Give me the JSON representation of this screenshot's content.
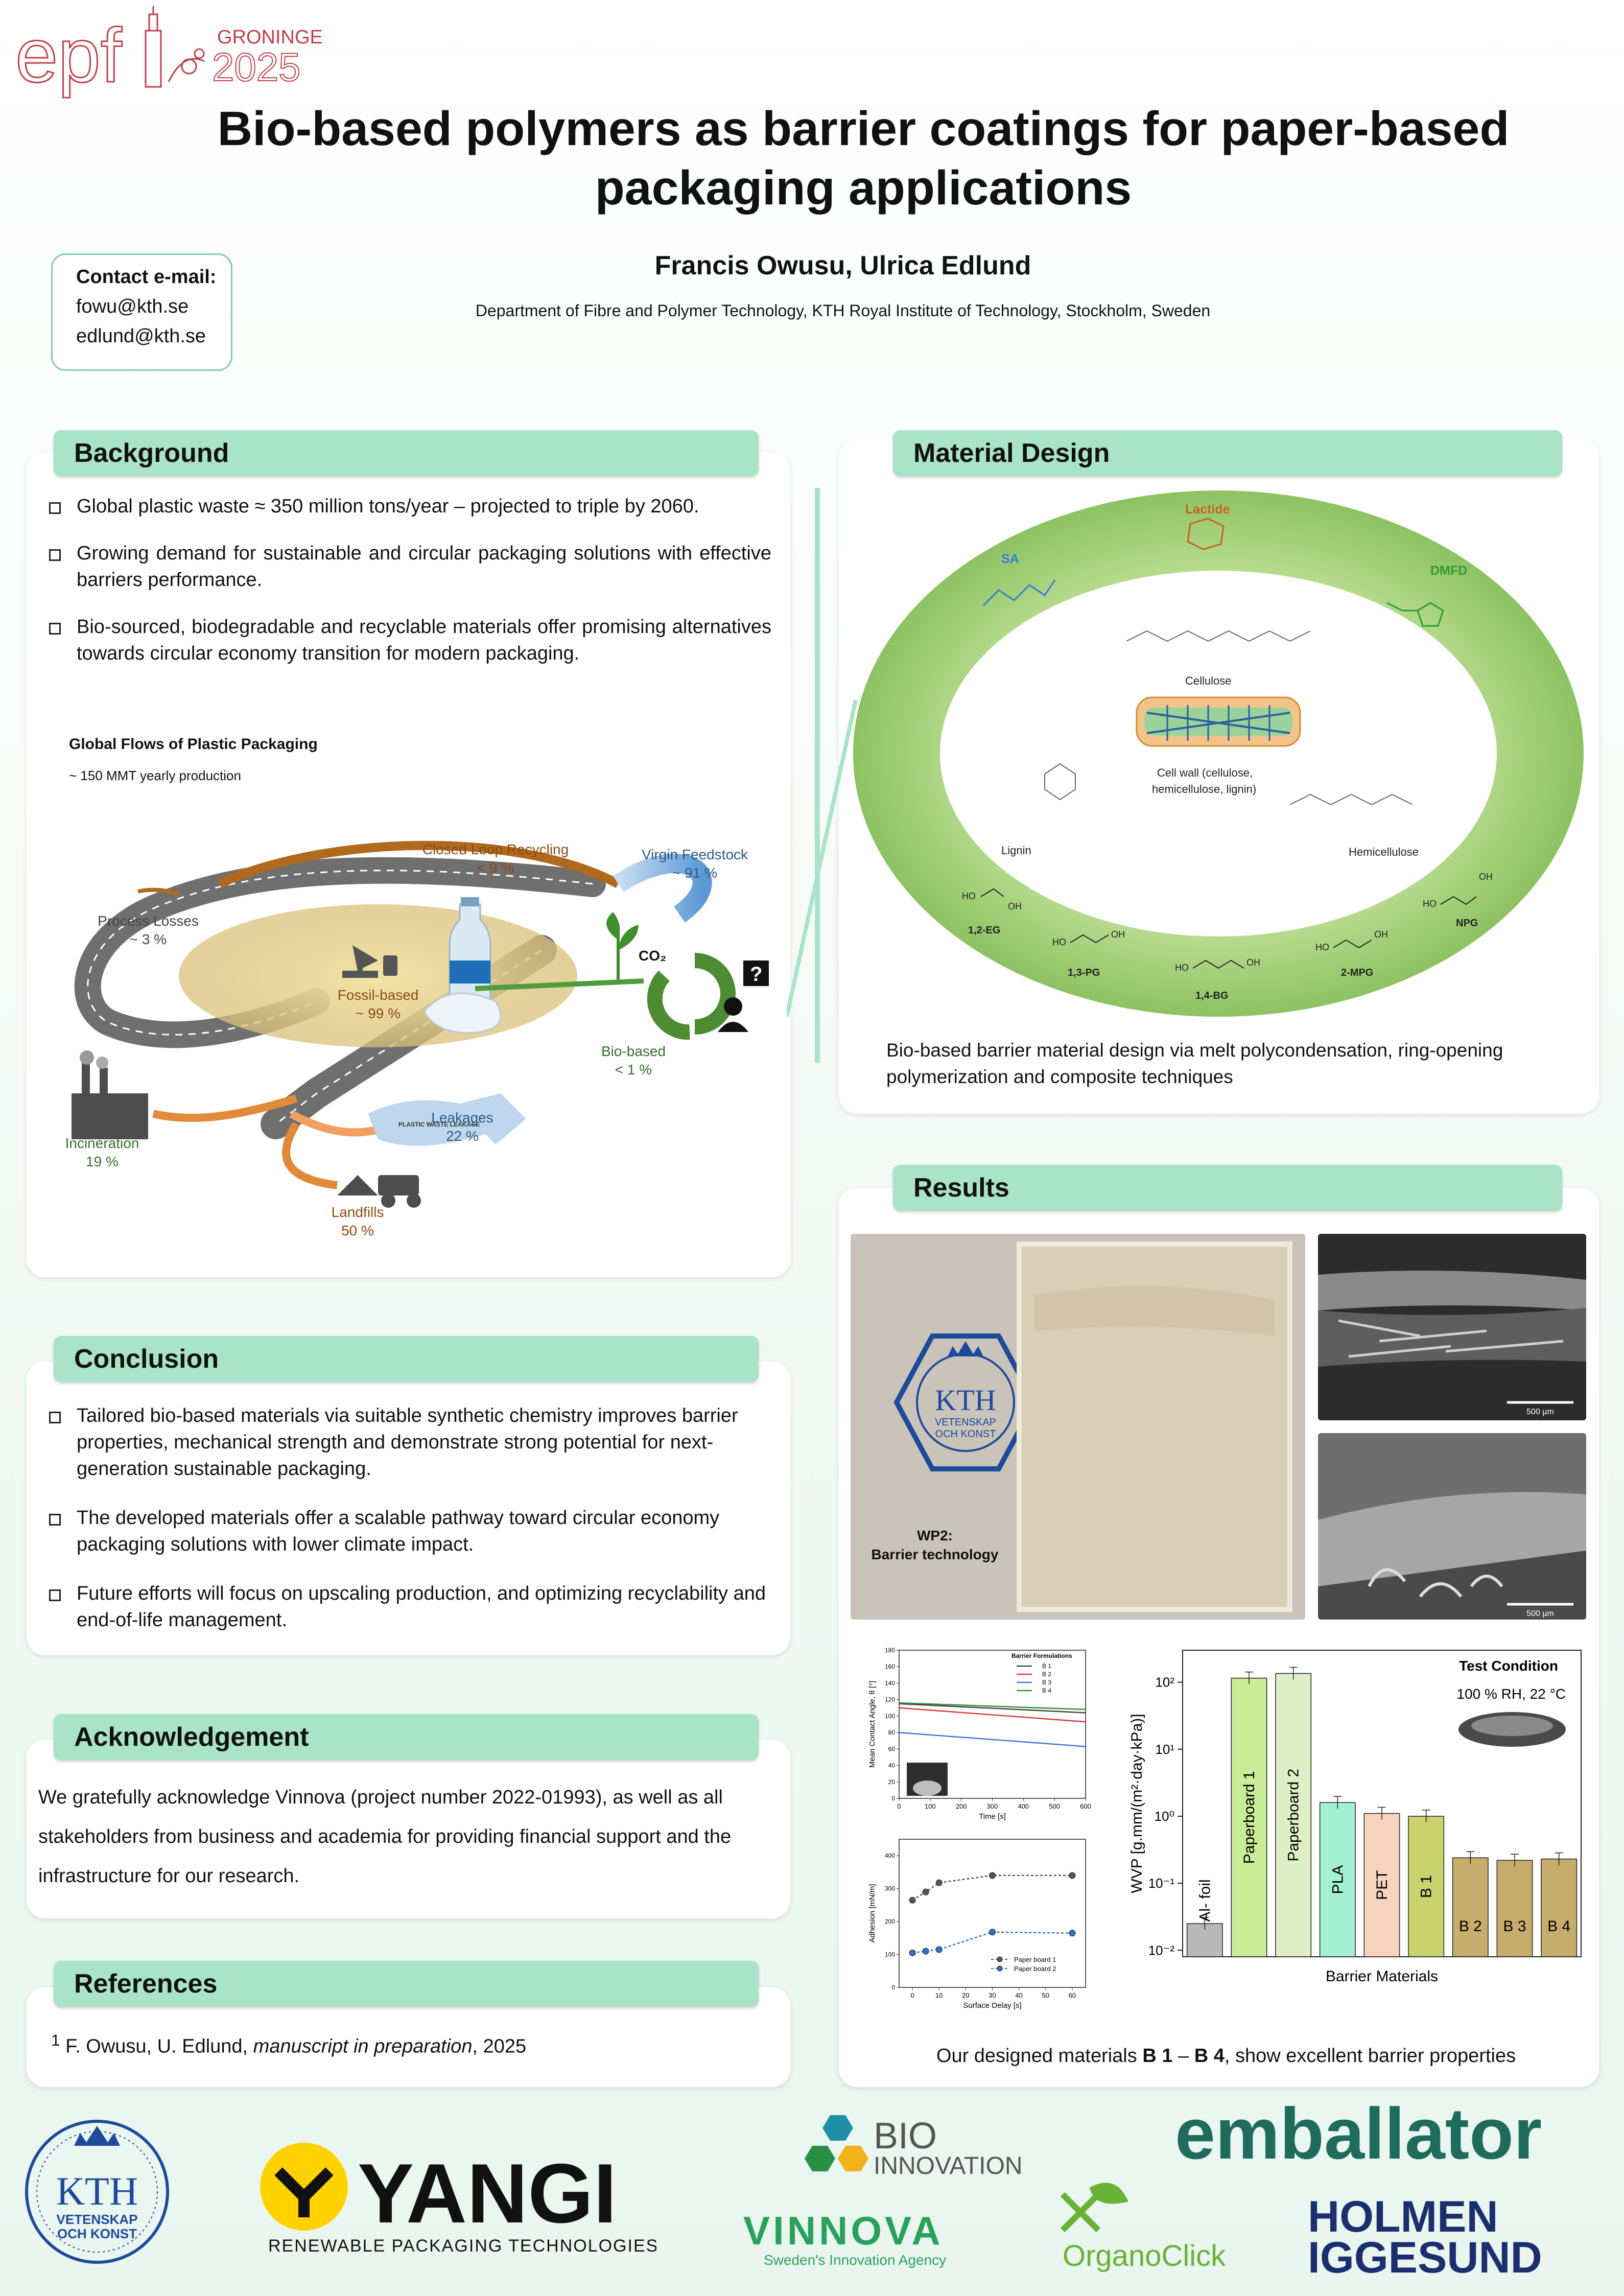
{
  "header": {
    "conference": {
      "name": "epf",
      "city": "GRONINGEN",
      "year": "2025"
    },
    "title_line1": "Bio-based polymers as barrier coatings for paper-based",
    "title_line2": "packaging applications",
    "authors": "Francis Owusu, Ulrica Edlund",
    "affiliation": "Department of Fibre and Polymer Technology, KTH Royal Institute of Technology, Stockholm, Sweden",
    "contact": {
      "label": "Contact e-mail:",
      "emails": [
        "fowu@kth.se",
        "edlund@kth.se"
      ]
    }
  },
  "background": {
    "heading": "Background",
    "bullets": [
      "Global plastic waste ≈ 350 million tons/year – projected to triple by 2060.",
      "Growing demand for sustainable and circular packaging solutions with effective barriers performance.",
      "Bio-sourced, biodegradable and recyclable materials offer promising alternatives towards circular economy transition for modern packaging."
    ],
    "flows": {
      "title": "Global Flows of Plastic Packaging",
      "subtitle": "~ 150 MMT yearly production",
      "closed_loop": {
        "label": "Closed Loop Recycling",
        "value": "< 9 %"
      },
      "virgin": {
        "label": "Virgin Feedstock",
        "value": "~ 91 %"
      },
      "process_losses": {
        "label": "Process Losses",
        "value": "~ 3 %"
      },
      "fossil": {
        "label": "Fossil-based",
        "value": "~ 99 %"
      },
      "bio": {
        "label": "Bio-based",
        "value": "< 1 %"
      },
      "co2": "CO₂",
      "question": "?",
      "incineration": {
        "label": "Incineration",
        "value": "19 %"
      },
      "leakages": {
        "label": "Leakages",
        "value": "22 %"
      },
      "landfills": {
        "label": "Landfills",
        "value": "50 %"
      },
      "plastic_cloud": "PLASTIC WASTE LEAKAGE"
    }
  },
  "material_design": {
    "heading": "Material Design",
    "monomers": {
      "lactide": "Lactide",
      "sa": "SA",
      "dmfd": "DMFD",
      "eg": "1,2-EG",
      "pg": "1,3-PG",
      "bg": "1,4-BG",
      "mpg": "2-MPG",
      "npg": "NPG"
    },
    "cellulose": "Cellulose",
    "cell_wall": [
      "Cell wall (cellulose,",
      "hemicellulose, lignin)"
    ],
    "lignin": "Lignin",
    "hemicellulose": "Hemicellulose",
    "ho": "HO",
    "oh": "OH",
    "caption": "Bio-based barrier material design via melt polycondensation, ring-opening polymerization and composite techniques"
  },
  "conclusion": {
    "heading": "Conclusion",
    "bullets": [
      "Tailored bio-based materials via suitable synthetic chemistry improves barrier properties, mechanical strength and demonstrate strong potential for next-generation sustainable packaging.",
      "The developed materials offer a scalable pathway toward circular economy packaging solutions with lower climate impact.",
      "Future efforts will focus on upscaling production, and optimizing recyclability and end-of-life management."
    ]
  },
  "acknowledgement": {
    "heading": "Acknowledgement",
    "text": "We gratefully acknowledge Vinnova (project number 2022-01993), as well as all stakeholders from business and academia for providing financial support and the infrastructure for our research."
  },
  "references": {
    "heading": "References",
    "sup": "1",
    "authors": " F. Owusu, U. Edlund, ",
    "italic": "manuscript in preparation",
    "tail": ", 2025"
  },
  "results": {
    "heading": "Results",
    "photo": {
      "kth_name": "KTH",
      "kth_line1": "VETENSKAP",
      "kth_line2": "OCH KONST",
      "wp_line1": "WP2:",
      "wp_line2": "Barrier technology"
    },
    "sem_scale": "500 µm",
    "caption": {
      "pre": "Our designed materials ",
      "b1": "B 1",
      "dash": " – ",
      "b4": "B 4",
      "post": ", show excellent barrier properties"
    }
  },
  "chart_data": [
    {
      "type": "line",
      "ylabel": "Mean Contact Angle, θ [°]",
      "xlabel": "Time [s]",
      "xlim": [
        0,
        600
      ],
      "ylim": [
        0,
        180
      ],
      "xticks": [
        0,
        100,
        200,
        300,
        400,
        500,
        600
      ],
      "yticks": [
        0,
        20,
        40,
        60,
        80,
        100,
        120,
        140,
        160,
        180
      ],
      "legend_title": "Barrier Formulations",
      "legend_position": "top-right",
      "series": [
        {
          "name": "B 1",
          "color": "#444444",
          "x": [
            0,
            600
          ],
          "y": [
            115,
            104
          ]
        },
        {
          "name": "B 2",
          "color": "#d93a3a",
          "x": [
            0,
            600
          ],
          "y": [
            110,
            93
          ]
        },
        {
          "name": "B 3",
          "color": "#3a78d9",
          "x": [
            0,
            600
          ],
          "y": [
            80,
            63
          ]
        },
        {
          "name": "B 4",
          "color": "#2f8f3a",
          "x": [
            0,
            600
          ],
          "y": [
            116,
            108
          ]
        }
      ]
    },
    {
      "type": "line",
      "ylabel": "Adhesion [mN/m]",
      "xlabel": "Surface Delay [s]",
      "xlim": [
        -5,
        65
      ],
      "ylim": [
        0,
        450
      ],
      "xticks": [
        0,
        10,
        20,
        30,
        40,
        50,
        60
      ],
      "yticks": [
        0,
        100,
        200,
        300,
        400
      ],
      "legend_position": "bottom-right",
      "series": [
        {
          "name": "Paper board 1",
          "color": "#555555",
          "x": [
            0,
            5,
            10,
            30,
            60
          ],
          "y": [
            265,
            290,
            318,
            340,
            340
          ]
        },
        {
          "name": "Paper board 2",
          "color": "#2f6fc4",
          "x": [
            0,
            5,
            10,
            30,
            60
          ],
          "y": [
            105,
            110,
            115,
            168,
            165
          ]
        }
      ]
    },
    {
      "type": "bar",
      "ylabel": "WVP [g.mm/(m²·day·kPa)]",
      "xlabel": "Barrier Materials",
      "log_scale": true,
      "ylim": [
        0.008,
        300
      ],
      "ytick_labels": [
        "10⁻²",
        "10⁻¹",
        "10⁰",
        "10¹",
        "10²"
      ],
      "categories": [
        "Al- foil",
        "Paperboard 1",
        "Paperboard 2",
        "PLA",
        "PET",
        "B 1",
        "B 2",
        "B 3",
        "B 4"
      ],
      "values": [
        0.025,
        115,
        135,
        1.6,
        1.1,
        1.0,
        0.24,
        0.22,
        0.23
      ],
      "colors": [
        "#b9b9b9",
        "#c9ec97",
        "#deefc6",
        "#a4f0d5",
        "#f7d2bd",
        "#c9d36e",
        "#c7ad6b",
        "#c7ad6b",
        "#c7ad6b"
      ],
      "annotation_title": "Test Condition",
      "annotation_text": "100 % RH, 22 °C"
    }
  ],
  "sponsors": {
    "kth": {
      "name": "KTH",
      "line1": "VETENSKAP",
      "line2": "OCH KONST"
    },
    "yangi": {
      "name": "YANGI",
      "tagline": "RENEWABLE PACKAGING TECHNOLOGIES"
    },
    "bio": {
      "line1": "BIO",
      "line2": "INNOVATION"
    },
    "vinnova": {
      "name": "VINNOVA",
      "tagline": "Sweden's Innovation Agency"
    },
    "organoclick": "OrganoClick",
    "emballator": "emballator",
    "holmen": {
      "line1": "HOLMEN",
      "line2": "IGGESUND"
    },
    "colors": {
      "green": "#1f6b5c",
      "navy": "#1b2f6e",
      "yellow": "#ffd200"
    }
  }
}
